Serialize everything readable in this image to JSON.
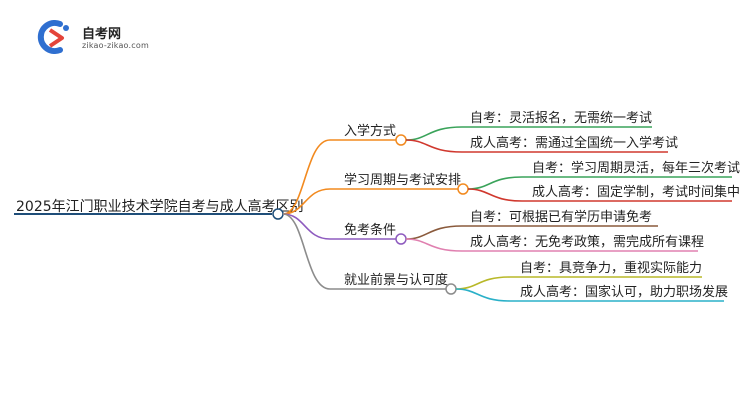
{
  "brand": {
    "title": "自考网",
    "url": "zikao-zikao.com"
  },
  "colors": {
    "root": "#1f4e79",
    "branch_0": "#f28a1f",
    "branch_1": "#f28a1f",
    "branch_2": "#8e5bbf",
    "branch_3": "#8c8c8c",
    "leaf_0_0": "#3aa35a",
    "leaf_0_1": "#d0382e",
    "leaf_1_0": "#3aa35a",
    "leaf_1_1": "#d0382e",
    "leaf_2_0": "#8a5a3c",
    "leaf_2_1": "#e080b0",
    "leaf_3_0": "#b8b828",
    "leaf_3_1": "#2ab0c8"
  },
  "root": {
    "label": "2025年江门职业技术学院自考与成人高考区别"
  },
  "branches": [
    {
      "label": "入学方式",
      "children": [
        "自考：灵活报名，无需统一考试",
        "成人高考：需通过全国统一入学考试"
      ]
    },
    {
      "label": "学习周期与考试安排",
      "children": [
        "自考：学习周期灵活，每年三次考试",
        "成人高考：固定学制，考试时间集中"
      ]
    },
    {
      "label": "免考条件",
      "children": [
        "自考：可根据已有学历申请免考",
        "成人高考：无免考政策，需完成所有课程"
      ]
    },
    {
      "label": "就业前景与认可度",
      "children": [
        "自考：具竞争力，重视实际能力",
        "成人高考：国家认可，助力职场发展"
      ]
    }
  ]
}
